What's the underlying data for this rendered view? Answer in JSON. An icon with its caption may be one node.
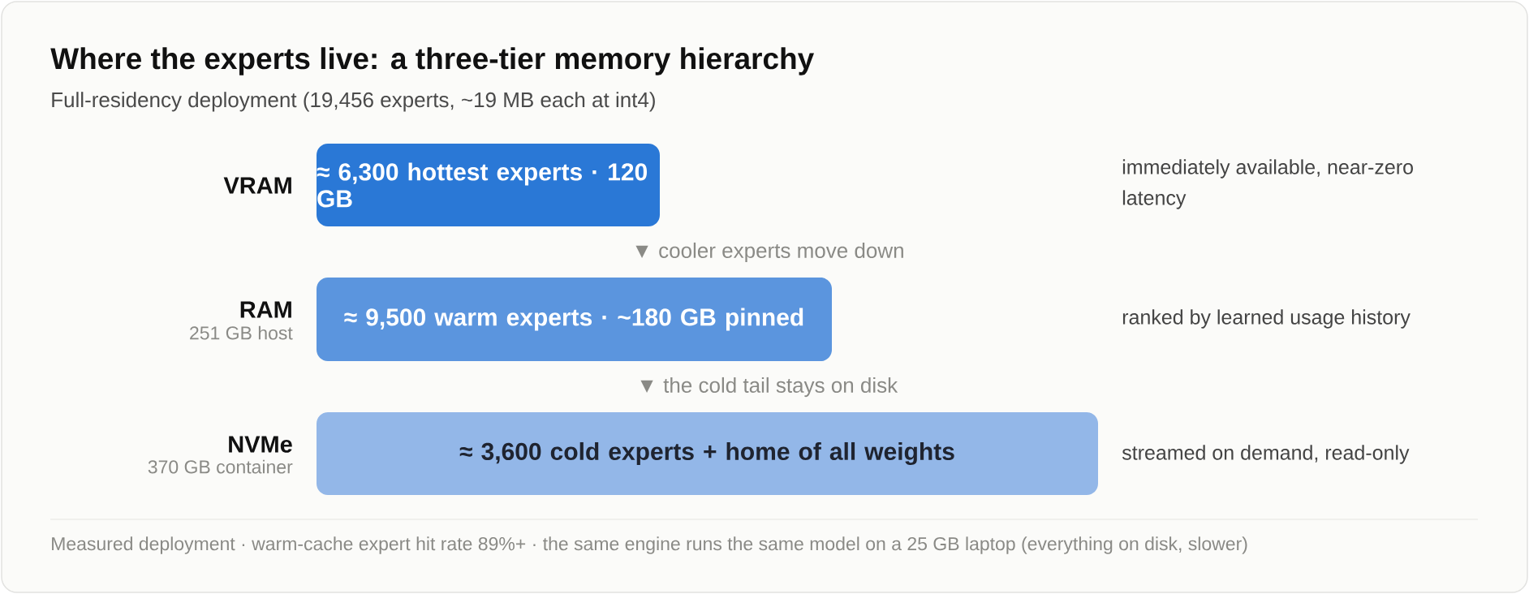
{
  "diagram": {
    "title": "Where the experts live: a three-tier memory hierarchy",
    "caption": "Measured deployment · warm-cache expert hit rate 89%+ · the same engine runs the same model on a 25 GB laptop (everything on disk, slower)",
    "nodes": [
      {
        "text": [
          "≈ 6,300 hottest experts · 120 GB"
        ],
        "beside": [
          "VRAM"
        ]
      },
      {
        "text": [
          "≈ 9,500 warm experts · ~180 GB pinned"
        ],
        "beside": [
          "RAM",
          "251 GB host"
        ]
      },
      {
        "text": [
          "≈ 3,600 cold experts + home of all weights"
        ],
        "beside": [
          "NVMe",
          "370 GB container"
        ]
      }
    ],
    "labels": [
      "Full-residency deployment (19,456 experts, ~19 MB each at int4)",
      "immediately available, near-zero latency",
      "▼ cooler experts move down",
      "ranked by learned usage history",
      "▼ the cold tail stays on disk",
      "streamed on demand, read-only"
    ]
  }
}
